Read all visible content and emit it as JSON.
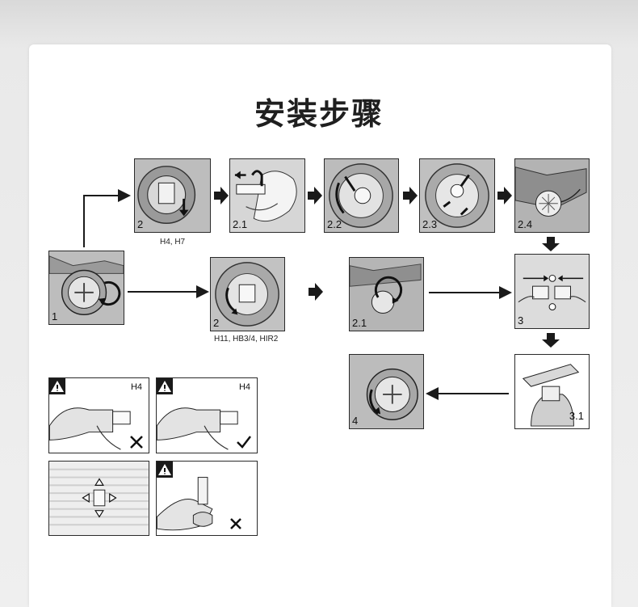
{
  "title": "安装步骤",
  "steps": {
    "s2_top": "2",
    "s2_1_top": "2.1",
    "s2_2": "2.2",
    "s2_3": "2.3",
    "s2_4": "2.4",
    "s1": "1",
    "s2_mid": "2",
    "s2_1_mid": "2.1",
    "s3": "3",
    "s3_1": "3.1",
    "s4": "4"
  },
  "captions": {
    "h4_h7": "H4, H7",
    "h11": "H11, HB3/4, HIR2"
  },
  "warnings": {
    "h4_wrong": "H4",
    "h4_right": "H4"
  },
  "icons": {
    "warning": "warning-triangle-icon",
    "cross": "cross-icon",
    "check": "check-icon",
    "arrow": "arrow-right-icon"
  }
}
